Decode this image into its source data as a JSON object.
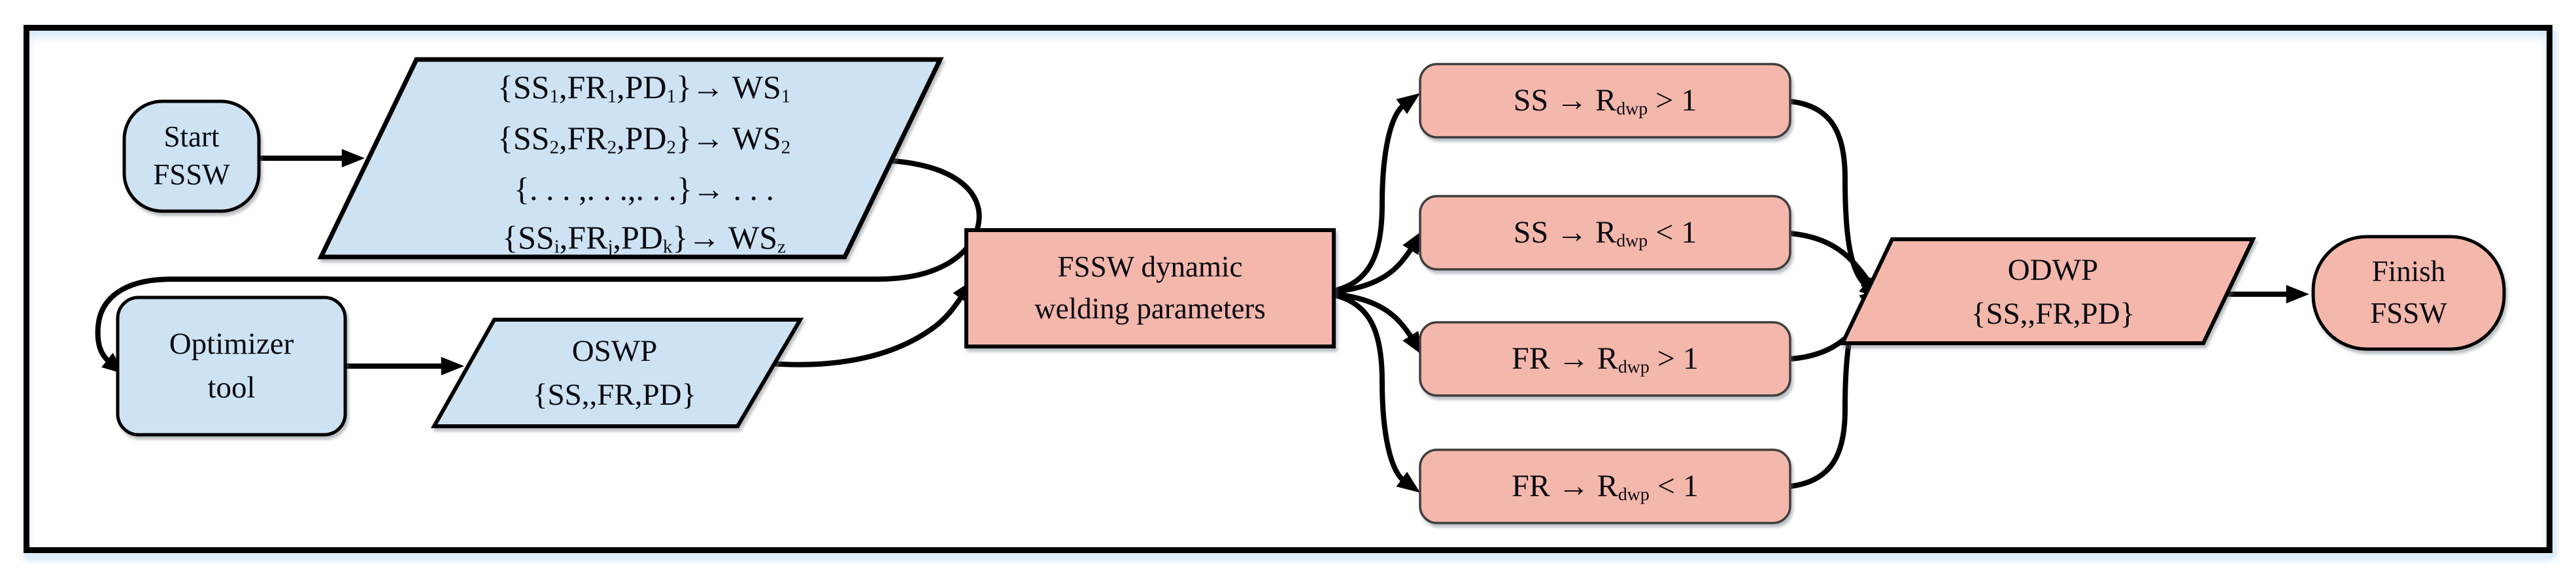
{
  "colors": {
    "blue_fill": "#cde3f4",
    "pink_fill": "#f3b7ab",
    "stroke": "#000000",
    "branch_border": "#3e3e3e",
    "text": "#0a0a10",
    "tint": "#dcebf9"
  },
  "nodes": {
    "start": {
      "lines": [
        "Start",
        "FSSW"
      ]
    },
    "dataset": {
      "rows": [
        [
          {
            "t": "{SS"
          },
          {
            "s": "1"
          },
          {
            "t": ",FR"
          },
          {
            "s": "1"
          },
          {
            "t": ",PD"
          },
          {
            "s": "1"
          },
          {
            "t": "}→ WS"
          },
          {
            "s": "1"
          }
        ],
        [
          {
            "t": "{SS"
          },
          {
            "s": "2"
          },
          {
            "t": ",FR"
          },
          {
            "s": "2"
          },
          {
            "t": ",PD"
          },
          {
            "s": "2"
          },
          {
            "t": "}→ WS"
          },
          {
            "s": "2"
          }
        ],
        [
          {
            "t": "{. . . ,. . .,. . .}→ . . ."
          }
        ],
        [
          {
            "t": "{SS"
          },
          {
            "s": "i"
          },
          {
            "t": ",FR"
          },
          {
            "s": "j"
          },
          {
            "t": ",PD"
          },
          {
            "s": "k"
          },
          {
            "t": "}→ WS"
          },
          {
            "s": "z"
          }
        ]
      ]
    },
    "optimizer": {
      "lines": [
        "Optimizer",
        "tool"
      ]
    },
    "oswp": {
      "lines": [
        "OSWP",
        "{SS,,FR,PD}"
      ]
    },
    "fssw_dynamic": {
      "lines": [
        "FSSW dynamic",
        "welding parameters"
      ]
    },
    "branches": [
      [
        {
          "t": "SS → R"
        },
        {
          "s": "dwp"
        },
        {
          "t": " > 1"
        }
      ],
      [
        {
          "t": "SS → R"
        },
        {
          "s": "dwp"
        },
        {
          "t": " < 1"
        }
      ],
      [
        {
          "t": "FR → R"
        },
        {
          "s": "dwp"
        },
        {
          "t": " > 1"
        }
      ],
      [
        {
          "t": "FR → R"
        },
        {
          "s": "dwp"
        },
        {
          "t": " < 1"
        }
      ]
    ],
    "odwp": {
      "lines": [
        "ODWP",
        "{SS,,FR,PD}"
      ]
    },
    "finish": {
      "lines": [
        "Finish",
        "FSSW"
      ]
    }
  }
}
